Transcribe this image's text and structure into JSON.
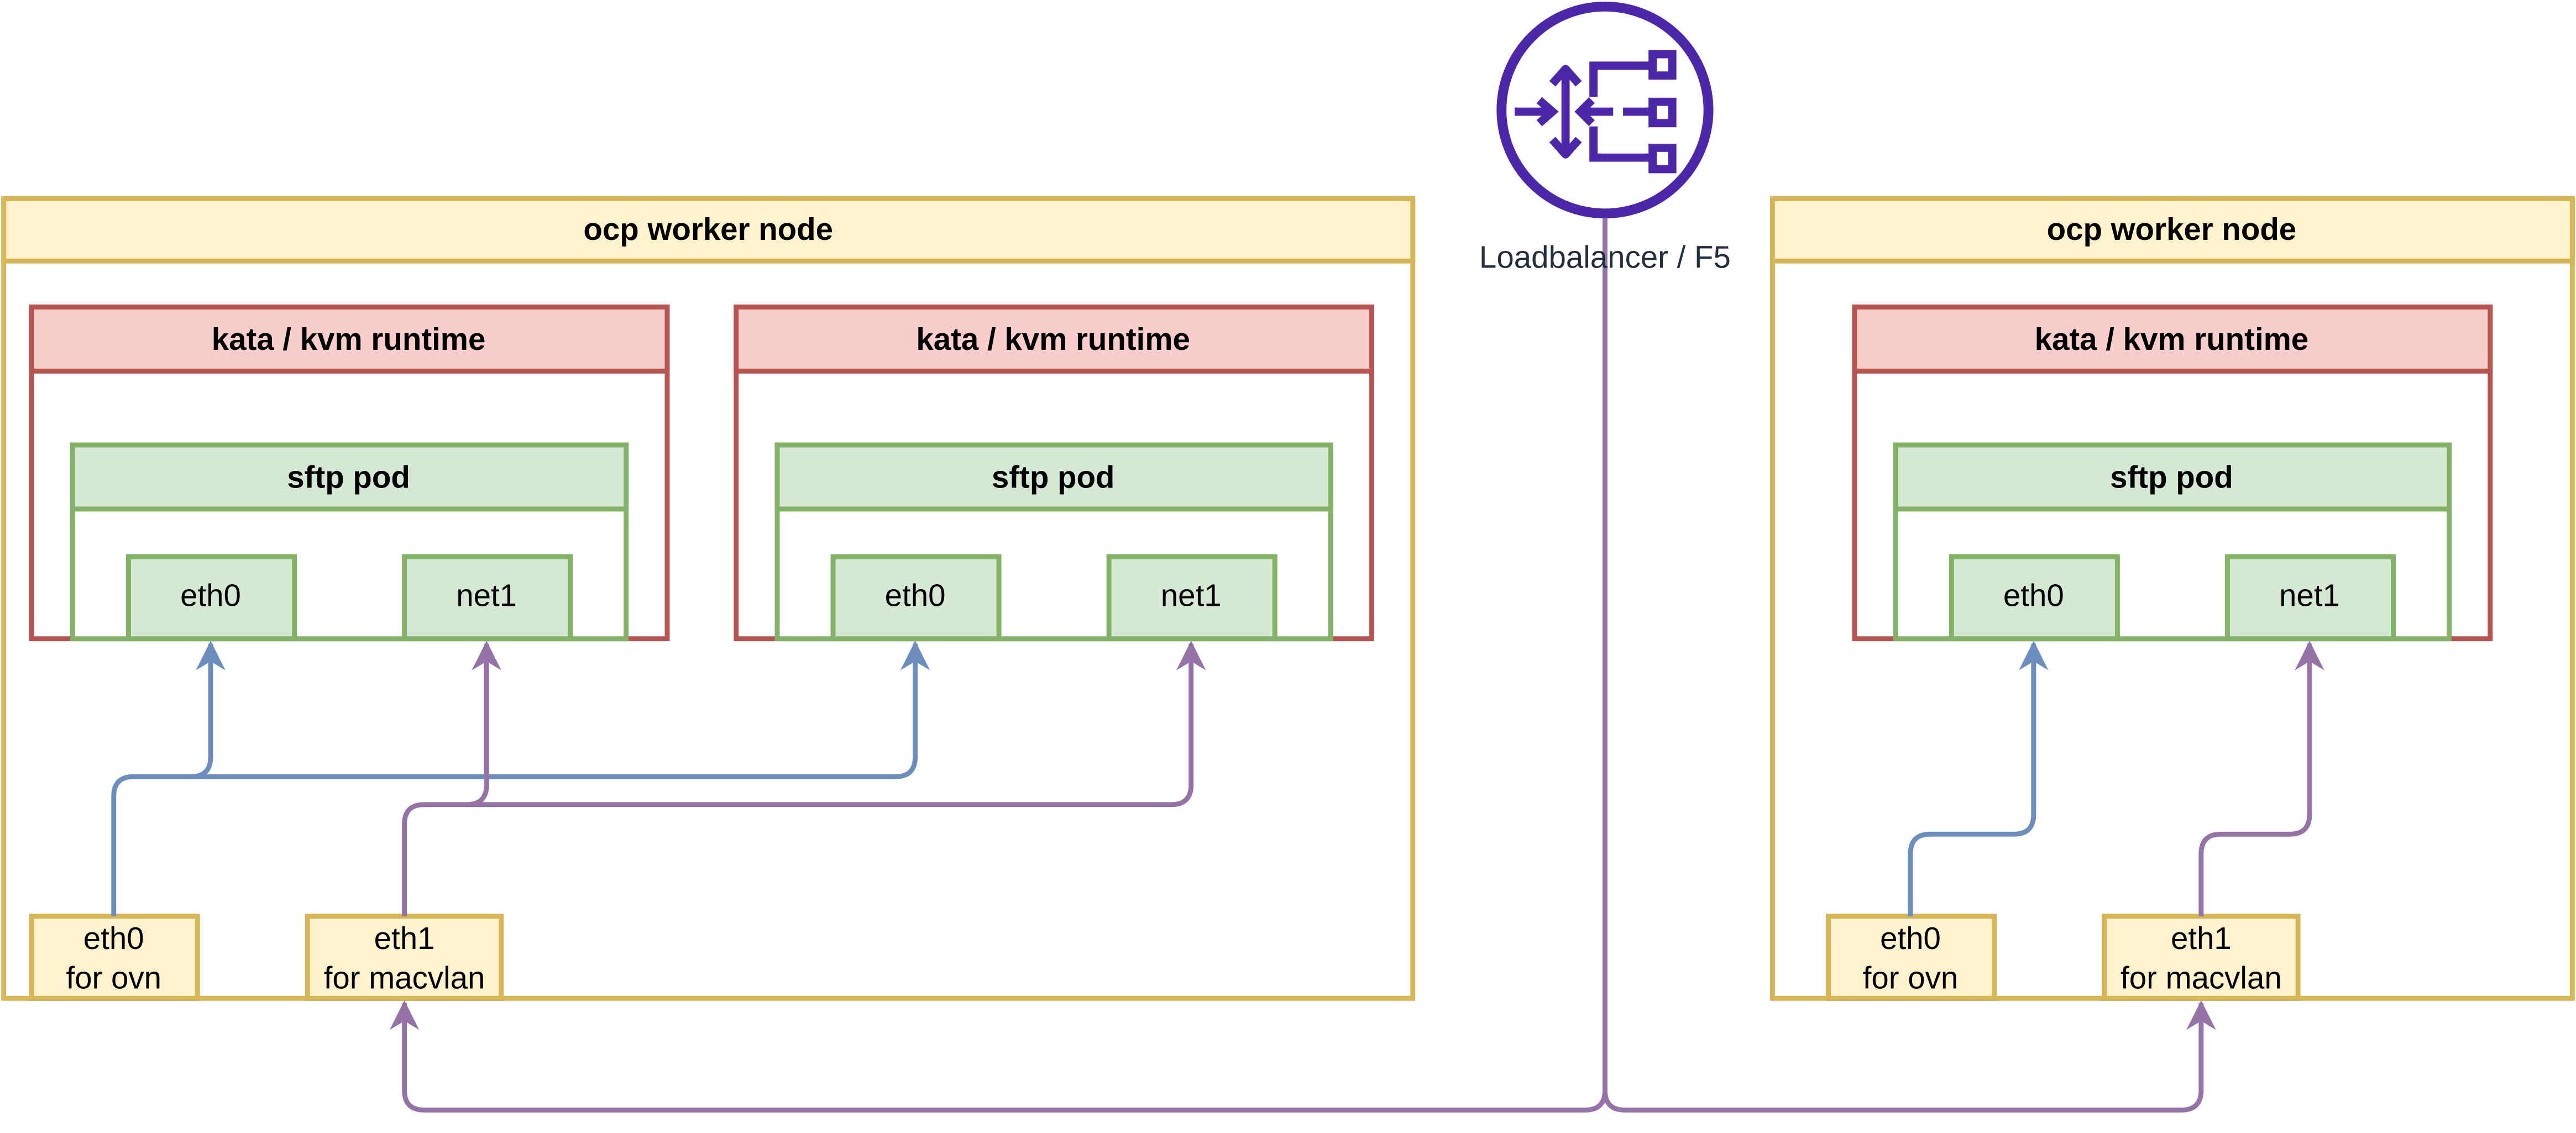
{
  "colors": {
    "node_fill": "#fff2cc",
    "node_stroke": "#d6b656",
    "runtime_fill": "#f8cecc",
    "runtime_stroke": "#b85450",
    "pod_fill": "#d5e8d4",
    "pod_stroke": "#82b366",
    "ovn_link": "#6c8ebf",
    "macvlan_link": "#9673a6",
    "loadbalancer": "#4d27aa"
  },
  "loadbalancer": {
    "label": "Loadbalancer / F5",
    "icon": "load-balancer-icon"
  },
  "left_node": {
    "title": "ocp worker node",
    "runtimes": [
      {
        "title": "kata / kvm runtime",
        "pod": {
          "title": "sftp pod",
          "ifaces": [
            "eth0",
            "net1"
          ]
        }
      },
      {
        "title": "kata / kvm runtime",
        "pod": {
          "title": "sftp pod",
          "ifaces": [
            "eth0",
            "net1"
          ]
        }
      }
    ],
    "nics": [
      {
        "line1": "eth0",
        "line2": "for ovn"
      },
      {
        "line1": "eth1",
        "line2": "for macvlan"
      }
    ]
  },
  "right_node": {
    "title": "ocp worker node",
    "runtimes": [
      {
        "title": "kata / kvm runtime",
        "pod": {
          "title": "sftp pod",
          "ifaces": [
            "eth0",
            "net1"
          ]
        }
      }
    ],
    "nics": [
      {
        "line1": "eth0",
        "line2": "for ovn"
      },
      {
        "line1": "eth1",
        "line2": "for macvlan"
      }
    ]
  }
}
